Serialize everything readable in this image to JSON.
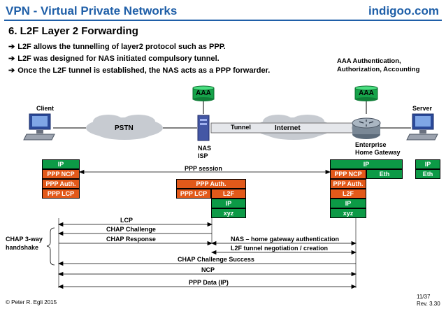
{
  "header": {
    "title": "VPN - Virtual Private Networks",
    "brand": "indigoo.com"
  },
  "section_title": "6. L2F Layer 2 Forwarding",
  "bullets": [
    "L2F allows the tunnelling of layer2 protocol such as PPP.",
    "L2F was designed for NAS initiated compulsory tunnel.",
    "Once the L2F tunnel is established, the NAS acts as a PPP forwarder."
  ],
  "bullet_glyph": "➔",
  "aaa_note": {
    "line1": "AAA Authentication,",
    "line2": "Authorization, Accounting"
  },
  "aaa_label": "AAA",
  "nodes": {
    "client": "Client",
    "server": "Server",
    "pstn": "PSTN",
    "internet": "Internet",
    "tunnel": "Tunnel",
    "nas_line1": "NAS",
    "nas_line2": "ISP",
    "gw_line1": "Enterprise",
    "gw_line2": "Home Gateway"
  },
  "ppp_session": "PPP session",
  "stacks": {
    "client": [
      "IP",
      "PPP NCP",
      "PPP Auth.",
      "PPP LCP"
    ],
    "nas": {
      "auth": "PPP Auth.",
      "lcp": "PPP LCP",
      "l2f": "L2F",
      "ip": "IP",
      "xyz": "xyz"
    },
    "gateway": {
      "ip": "IP",
      "ncp": "PPP NCP",
      "eth": "Eth",
      "auth": "PPP Auth.",
      "l2f": "L2F",
      "ip2": "IP",
      "xyz": "xyz"
    },
    "server": [
      "IP",
      "Eth"
    ]
  },
  "chap_note": {
    "line1": "CHAP 3-way",
    "line2": "handshake"
  },
  "messages": {
    "lcp": "LCP",
    "chap_challenge": "CHAP Challenge",
    "chap_response": "CHAP Response",
    "nas_auth": "NAS – home gateway authentication",
    "l2f_nego": "L2F tunnel negotiation / creation",
    "chap_success": "CHAP Challenge Success",
    "ncp": "NCP",
    "ppp_data": "PPP Data (IP)"
  },
  "footer": {
    "copyright": "© Peter R. Egli 2015",
    "page": "11/37",
    "rev": "Rev. 3.30"
  },
  "colors": {
    "title_blue": "#1f5fa8",
    "green": "#0c9a46",
    "orange": "#e2591a"
  }
}
